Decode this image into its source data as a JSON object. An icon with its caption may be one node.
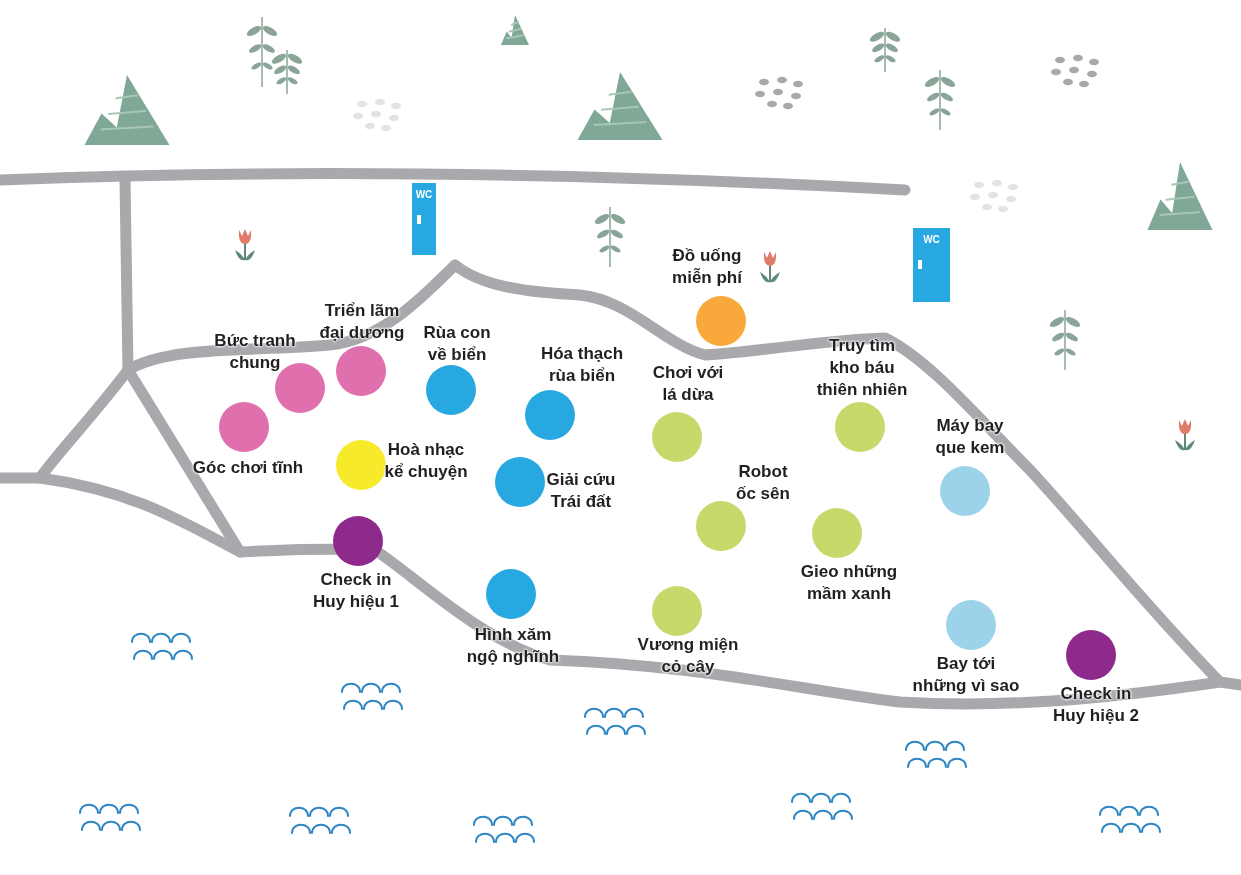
{
  "diagram": {
    "nodes": [
      {
        "text": [
          "WC"
        ]
      },
      {
        "text": [
          "WC"
        ]
      },
      {
        "text": [
          "Đồ uống miễn phí"
        ]
      },
      {
        "text": [
          "Triển lãm đại dương"
        ]
      },
      {
        "text": [
          "Bức tranh chung"
        ]
      },
      {
        "text": [
          "Truy tìm kho báu thiên nhiên"
        ]
      },
      {
        "text": [
          "Rùa con về biển"
        ]
      },
      {
        "text": [
          "Hóa thạch rùa biển"
        ]
      },
      {
        "text": [
          "Chơi với lá dừa"
        ]
      },
      {
        "text": [
          "Góc chơi tĩnh"
        ]
      },
      {
        "text": [
          "Máy bay que kem"
        ]
      },
      {
        "text": [
          "Hoà nhạc kể chuyện"
        ]
      },
      {
        "text": [
          "Giải cứu Trái đất"
        ]
      },
      {
        "text": [
          "Robot ốc sên"
        ]
      },
      {
        "text": [
          "Gieo những mầm xanh"
        ]
      },
      {
        "text": [
          "Check in Huy hiệu 1"
        ]
      },
      {
        "text": [
          "Hình xăm ngộ nghĩnh"
        ]
      },
      {
        "text": [
          "Vương miện cỏ cây"
        ]
      },
      {
        "text": [
          "Bay tới những vì sao"
        ]
      },
      {
        "text": [
          "Check in Huy hiệu 2"
        ]
      }
    ],
    "edges": []
  }
}
